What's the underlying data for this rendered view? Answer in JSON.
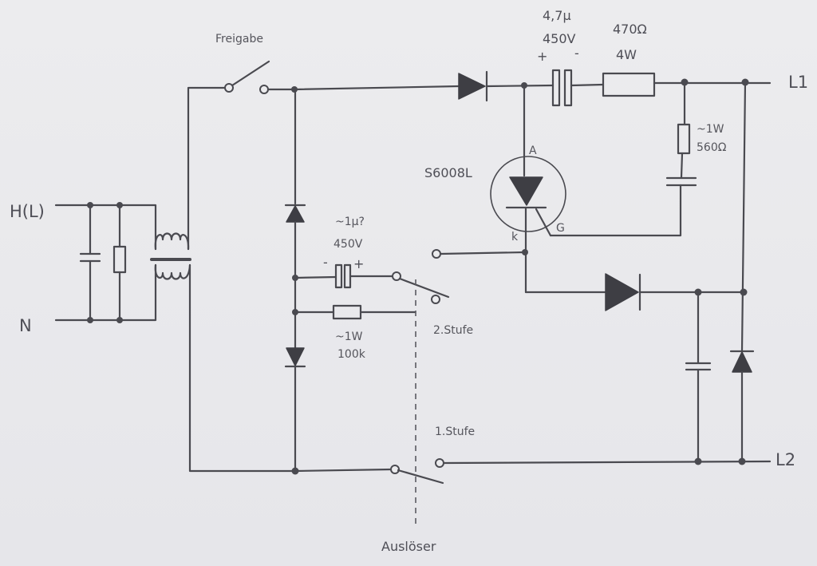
{
  "labels": {
    "freigabe": "Freigabe",
    "h_l": "H(L)",
    "n": "N",
    "l1": "L1",
    "l2": "L2",
    "c1_value": "4,7µ",
    "c1_voltage": "450V",
    "c1_plus": "+",
    "c1_minus": "-",
    "r1_value": "470Ω",
    "r1_power": "4W",
    "r2_power": "~1W",
    "r2_value": "560Ω",
    "thyristor_type": "S6008L",
    "anode": "A",
    "cathode": "k",
    "gate": "G",
    "c2_value": "~1µ?",
    "c2_voltage": "450V",
    "c2_minus": "-",
    "c2_plus": "+",
    "r3_power": "~1W",
    "r3_value": "100k",
    "stufe2": "2.Stufe",
    "stufe1": "1.Stufe",
    "ausloeser": "Auslöser"
  }
}
